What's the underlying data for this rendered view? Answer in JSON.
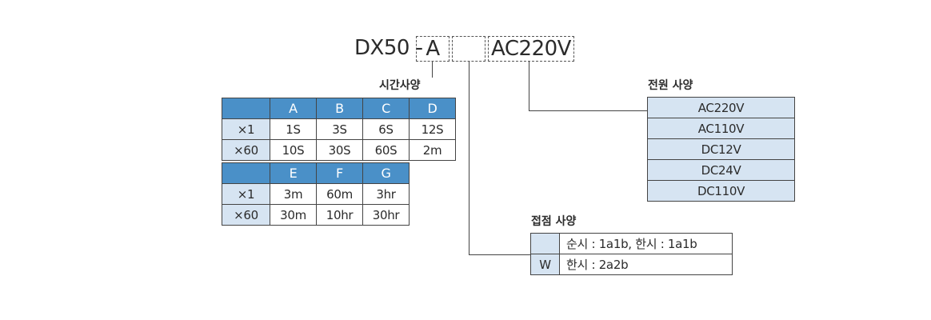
{
  "model": {
    "prefix": "DX50 -",
    "box1": "A",
    "box2": "",
    "box3": "AC220V"
  },
  "time_spec": {
    "label": "시간사양",
    "table1": {
      "headers": [
        "",
        "A",
        "B",
        "C",
        "D"
      ],
      "rows": [
        [
          "×1",
          "1S",
          "3S",
          "6S",
          "12S"
        ],
        [
          "×60",
          "10S",
          "30S",
          "60S",
          "2m"
        ]
      ]
    },
    "table2": {
      "headers": [
        "",
        "E",
        "F",
        "G"
      ],
      "rows": [
        [
          "×1",
          "3m",
          "60m",
          "3hr"
        ],
        [
          "×60",
          "30m",
          "10hr",
          "30hr"
        ]
      ]
    }
  },
  "power_spec": {
    "label": "전원 사양",
    "options": [
      "AC220V",
      "AC110V",
      "DC12V",
      "DC24V",
      "DC110V"
    ]
  },
  "contact_spec": {
    "label": "접점 사양",
    "rows": [
      {
        "code": "",
        "desc": "순시 : 1a1b, 한시 : 1a1b"
      },
      {
        "code": "W",
        "desc": "한시 : 2a2b"
      }
    ]
  },
  "colors": {
    "header_blue": "#4a90c8",
    "cell_light_blue": "#d6e4f2"
  }
}
